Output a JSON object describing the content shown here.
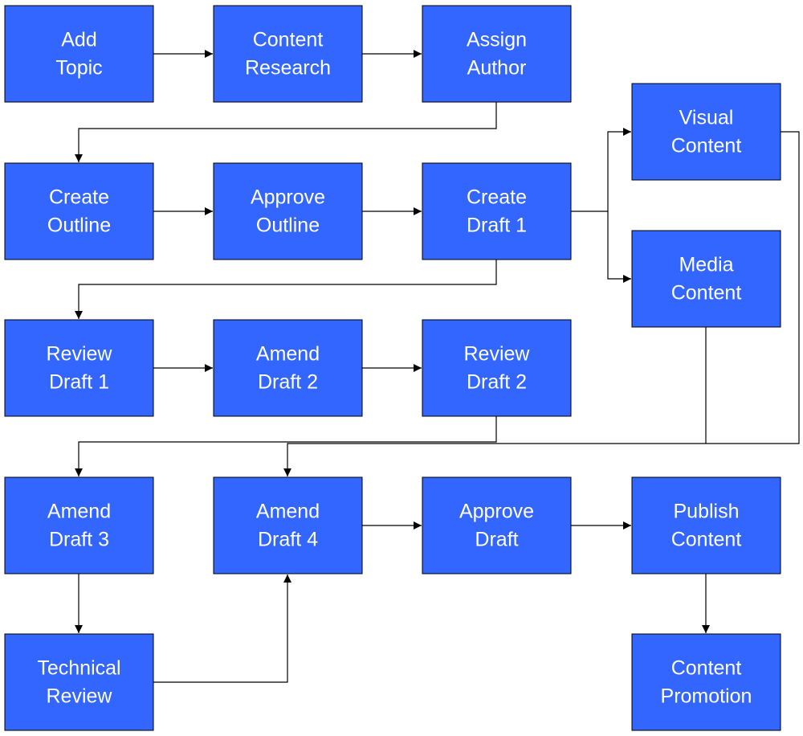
{
  "colors": {
    "box_fill": "#3366ff",
    "box_border": "#000000",
    "box_text": "#ffffff",
    "connector": "#000000",
    "background": "#ffffff"
  },
  "nodes": [
    {
      "id": "add-topic",
      "lines": [
        "Add",
        "Topic"
      ]
    },
    {
      "id": "content-research",
      "lines": [
        "Content",
        "Research"
      ]
    },
    {
      "id": "assign-author",
      "lines": [
        "Assign",
        "Author"
      ]
    },
    {
      "id": "visual-content",
      "lines": [
        "Visual",
        "Content"
      ]
    },
    {
      "id": "create-outline",
      "lines": [
        "Create",
        "Outline"
      ]
    },
    {
      "id": "approve-outline",
      "lines": [
        "Approve",
        "Outline"
      ]
    },
    {
      "id": "create-draft-1",
      "lines": [
        "Create",
        "Draft 1"
      ]
    },
    {
      "id": "media-content",
      "lines": [
        "Media",
        "Content"
      ]
    },
    {
      "id": "review-draft-1",
      "lines": [
        "Review",
        "Draft 1"
      ]
    },
    {
      "id": "amend-draft-2",
      "lines": [
        "Amend",
        "Draft 2"
      ]
    },
    {
      "id": "review-draft-2",
      "lines": [
        "Review",
        "Draft 2"
      ]
    },
    {
      "id": "amend-draft-3",
      "lines": [
        "Amend",
        "Draft 3"
      ]
    },
    {
      "id": "amend-draft-4",
      "lines": [
        "Amend",
        "Draft 4"
      ]
    },
    {
      "id": "approve-draft",
      "lines": [
        "Approve",
        "Draft"
      ]
    },
    {
      "id": "publish-content",
      "lines": [
        "Publish",
        "Content"
      ]
    },
    {
      "id": "technical-review",
      "lines": [
        "Technical",
        "Review"
      ]
    },
    {
      "id": "content-promotion",
      "lines": [
        "Content",
        "Promotion"
      ]
    }
  ],
  "edges": [
    {
      "from": "add-topic",
      "to": "content-research"
    },
    {
      "from": "content-research",
      "to": "assign-author"
    },
    {
      "from": "assign-author",
      "to": "create-outline"
    },
    {
      "from": "create-outline",
      "to": "approve-outline"
    },
    {
      "from": "approve-outline",
      "to": "create-draft-1"
    },
    {
      "from": "create-draft-1",
      "to": "visual-content"
    },
    {
      "from": "create-draft-1",
      "to": "media-content"
    },
    {
      "from": "create-draft-1",
      "to": "review-draft-1"
    },
    {
      "from": "review-draft-1",
      "to": "amend-draft-2"
    },
    {
      "from": "amend-draft-2",
      "to": "review-draft-2"
    },
    {
      "from": "review-draft-2",
      "to": "amend-draft-3"
    },
    {
      "from": "visual-content",
      "to": "amend-draft-4"
    },
    {
      "from": "media-content",
      "to": "amend-draft-4"
    },
    {
      "from": "amend-draft-3",
      "to": "technical-review"
    },
    {
      "from": "technical-review",
      "to": "amend-draft-4"
    },
    {
      "from": "amend-draft-4",
      "to": "approve-draft"
    },
    {
      "from": "approve-draft",
      "to": "publish-content"
    },
    {
      "from": "publish-content",
      "to": "content-promotion"
    }
  ]
}
